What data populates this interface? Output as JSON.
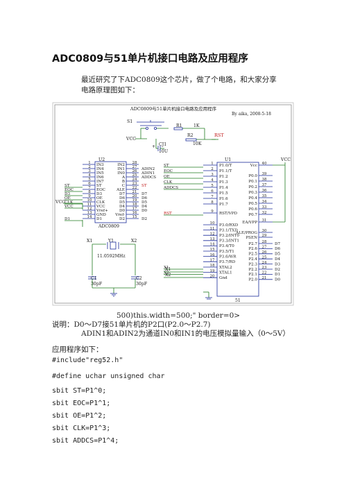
{
  "doc": {
    "title": "ADC0809与51单片机接口电路及应用程序",
    "intro1": "最近研究了下ADC0809这个芯片，做了个电路，和大家分享",
    "intro2": "电路原理图如下：",
    "caption": "500)this.width=500;\" border=0>",
    "note1": "说明：D0～D7接51单片机的P2口(P2.0～P2.7)",
    "note2": "ADIN1和ADIN2为通道IN0和IN1的电压模拟量输入（0～5V）",
    "prog_label": "应用程序如下：",
    "code": [
      "#include\"reg52.h\"",
      "#define uchar unsigned char",
      "sbit ST=P1^0;",
      "sbit EOC=P1^1;",
      "sbit OE=P1^2;",
      "sbit CLK=P1^3;",
      "sbit ADDCS=P1^4;"
    ]
  },
  "schematic": {
    "title": "ADC0809与51单片机接口电路及应用程序",
    "author": "By aika, 2008-5-18",
    "vcc": "VCC",
    "rst": "RST",
    "s1": "S1",
    "r1": "R1",
    "r1_val": "1K",
    "r2": "R2",
    "r2_val": "10K",
    "cj1": "CJ1",
    "cj1_val": "10U",
    "plus": "+",
    "u2": "U2",
    "u2_part": "ADC0809",
    "u1": "U1",
    "u1_part": "51",
    "u2_left_nums": [
      "1",
      "2",
      "3",
      "4",
      "5",
      "6",
      "7",
      "8",
      "9",
      "10",
      "11",
      "12",
      "13",
      "14"
    ],
    "u2_right_nums": [
      "28",
      "27",
      "26",
      "25",
      "24",
      "23",
      "22",
      "21",
      "20",
      "19",
      "18",
      "17",
      "16",
      "15"
    ],
    "u2_left_names": [
      "IN3",
      "IN4",
      "IN5",
      "IN6",
      "IN7",
      "ST",
      "EOC",
      "D3",
      "OE",
      "CLK",
      "VCC",
      "Vref+",
      "GND",
      "D1"
    ],
    "u2_right_names": [
      "IN2",
      "IN1",
      "IN0",
      "A",
      "B",
      "C",
      "ALE",
      "D7",
      "D6",
      "D5",
      "D4",
      "D0",
      "Vref-",
      "D2"
    ],
    "u2_left_nets": [
      "",
      "",
      "",
      "",
      "",
      "ST",
      "EOC",
      "D3",
      "OE",
      "CLK",
      "VCC",
      "",
      "",
      "D1"
    ],
    "u2_right_nets": [
      "",
      "ADIN2",
      "ADIN1",
      "ADDCS",
      "",
      "ST",
      "",
      "D7",
      "D6",
      "D5",
      "D4",
      "D0",
      "",
      "D2"
    ],
    "u1_left_nums": [
      "1",
      "2",
      "3",
      "4",
      "5",
      "6",
      "7",
      "8",
      "9",
      "10",
      "11",
      "12",
      "13",
      "14",
      "15",
      "16",
      "17",
      "18",
      "19",
      "20"
    ],
    "u1_left_names": [
      "P1.0/T",
      "P1.1/T",
      "P1.2",
      "P1.3",
      "P1.4",
      "P1.5",
      "P1.6",
      "P1.7",
      "RST/VPD",
      "P3.0/RXD",
      "P3.1/TXD",
      "P3.2/INT0",
      "P3.3/INT1",
      "P3.4/T0",
      "P3.5/T1",
      "P3.6/WR",
      "P3.7/RD",
      "XTAL2",
      "XTAL1",
      "Gnd"
    ],
    "u1_left_nets": [
      "ST",
      "EOC",
      "OE",
      "CLK",
      "ADDCS",
      "",
      "",
      "",
      "RST",
      "",
      "",
      "",
      "",
      "",
      "",
      "",
      "",
      "X1",
      "X2",
      ""
    ],
    "u1_right_nums": [
      "40",
      "39",
      "38",
      "37",
      "36",
      "35",
      "34",
      "33",
      "32",
      "31",
      "30",
      "29",
      "28",
      "27",
      "26",
      "25",
      "24",
      "23",
      "22",
      "21"
    ],
    "u1_right_names": [
      "Vcc",
      "P0.0",
      "P0.1",
      "P0.2",
      "P0.3",
      "P0.4",
      "P0.5",
      "P0.6",
      "P0.7",
      "EA/VPP",
      "ALE/PROG",
      "PSEN",
      "P2.7",
      "P2.6",
      "P2.5",
      "P2.4",
      "P2.3",
      "P2.2",
      "P2.1",
      "P2.0"
    ],
    "u1_right_nets": [
      "VCC",
      "",
      "",
      "",
      "",
      "",
      "",
      "",
      "",
      "",
      "",
      "",
      "D7",
      "D6",
      "D5",
      "D4",
      "D3",
      "D2",
      "D1",
      "D0"
    ],
    "x1": "X1",
    "x2": "X2",
    "y1": "Y1",
    "y1_val": "11.0592MHz",
    "c1": "C1",
    "c1_val": "30pF",
    "c2": "C2",
    "c2_val": "30pF"
  }
}
